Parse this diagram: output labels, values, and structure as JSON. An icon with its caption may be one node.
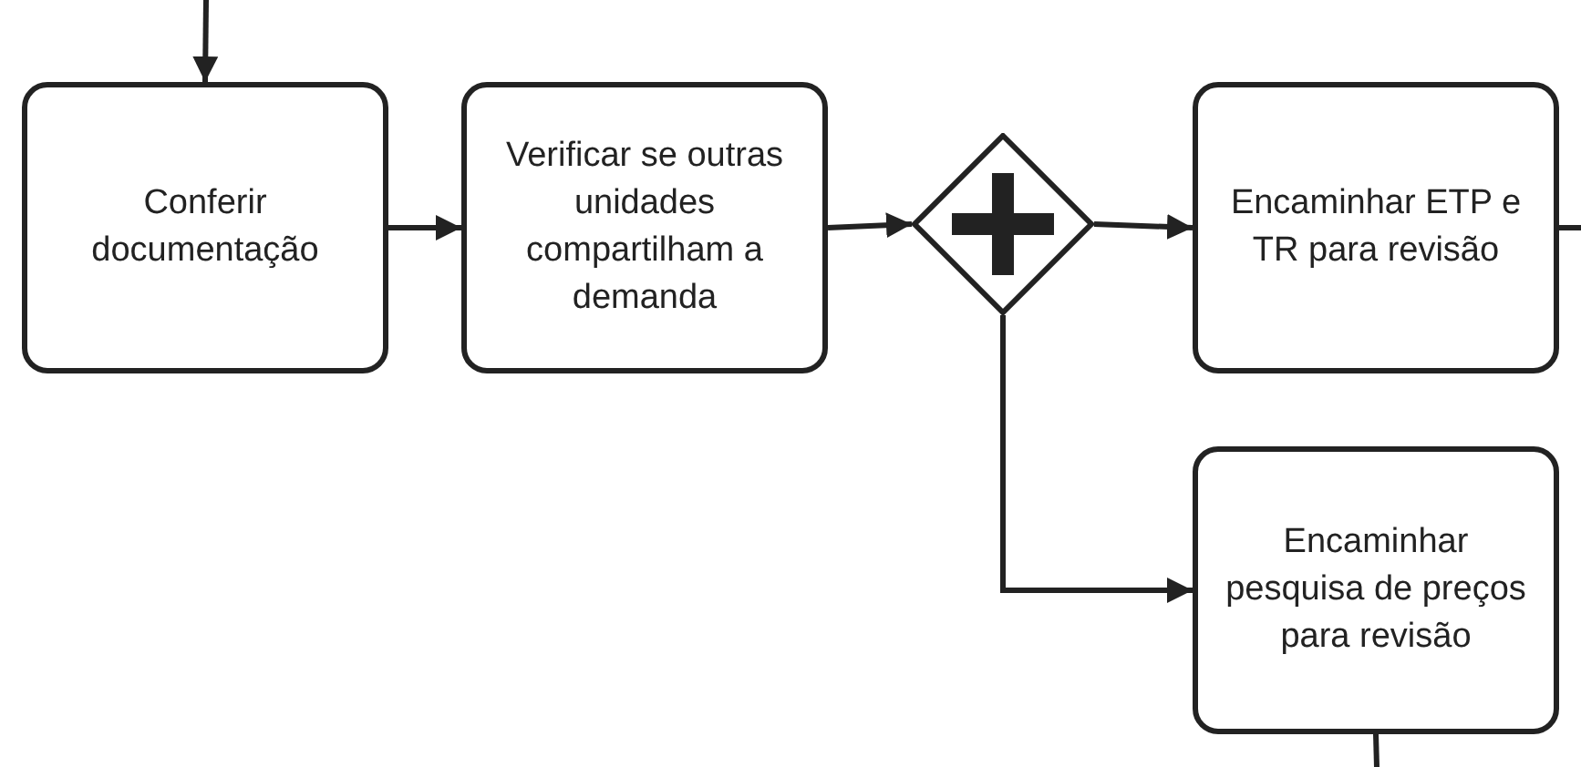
{
  "diagram": {
    "nodes": [
      {
        "text": [
          "Conferir documentação"
        ]
      },
      {
        "text": [
          "Verificar se outras unidades compartilham a demanda"
        ]
      },
      {
        "text": [],
        "shape": "diamond"
      },
      {
        "text": [
          "Encaminhar ETP e TR para revisão"
        ]
      },
      {
        "text": [
          "Encaminhar pesquisa de preços para revisão"
        ]
      }
    ],
    "edges": [
      {
        "from": null,
        "to": 0,
        "arrow": "to"
      },
      {
        "from": 0,
        "to": 1,
        "arrow": "to"
      },
      {
        "from": 1,
        "to": 2,
        "arrow": "to"
      },
      {
        "from": 2,
        "to": 3,
        "arrow": "to"
      },
      {
        "from": 2,
        "to": 4,
        "arrow": "to"
      },
      {
        "from": 3,
        "to": null,
        "arrow": "none"
      },
      {
        "from": 4,
        "to": null,
        "arrow": "none"
      }
    ]
  }
}
